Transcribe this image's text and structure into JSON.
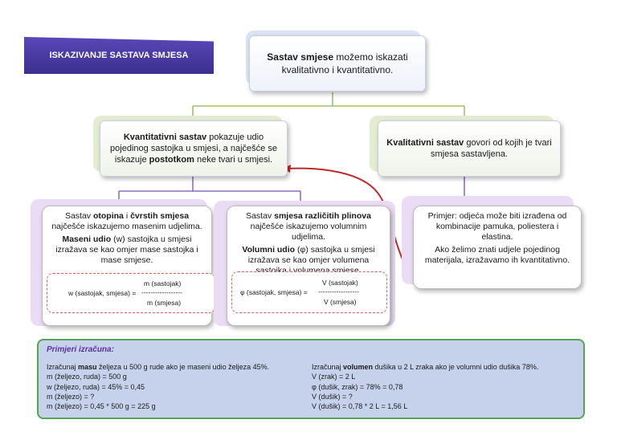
{
  "banner": {
    "title": "ISKAZIVANJE SASTAVA SMJESA"
  },
  "top": {
    "bold": "Sastav smjese",
    "rest": " možemo iskazati",
    "line2": "kvalitativno i kvantitativno."
  },
  "kvant": {
    "bold": "Kvantitativni sastav",
    "rest": " pokazuje udio pojedinog sastojka u smjesi, a najčešće se iskazuje ",
    "bold2": "postotkom",
    "rest2": " neke tvari u smjesi."
  },
  "kval": {
    "bold": "Kvalitativni sastav",
    "rest": " govori od kojih je tvari smjesa sastavljena."
  },
  "card1": {
    "p1_a": "Sastav ",
    "p1_b": "otopina",
    "p1_c": " i ",
    "p1_d": "čvrstih smjesa",
    "p1_e": " najčešće iskazujemo masenim udjelima.",
    "p2_b": "Maseni udio",
    "p2_c": " (w) sastojka u smjesi izražava se kao omjer mase sastojka i mase smjese.",
    "f_lhs": "w (sastojak, smjesa)  =",
    "f_num": "m (sastojak)",
    "f_line": "------------------",
    "f_den": "m (smjesa)"
  },
  "card2": {
    "p1_a": "Sastav ",
    "p1_b": "smjesa različitih plinova",
    "p1_c": " najčešće iskazujemo volumnim udjelima.",
    "p2_b": "Volumni udio",
    "p2_c": " (φ) sastojka u smjesi izražava se kao omjer volumena sastojka i volumena smjese.",
    "f_lhs": "φ  (sastojak, smjesa)  =",
    "f_num": "V (sastojak)",
    "f_line": "------------------",
    "f_den": "V (smjesa)"
  },
  "card3": {
    "p1": "Primjer: odjeća može biti izrađena od kombinacije pamuka, poliestera i elastina.",
    "p2": "Ako želimo znati udjele pojedinog materijala, izražavamo ih kvantitativno."
  },
  "examples": {
    "heading": "Primjeri izračuna:",
    "left": {
      "l1_a": "Izračunaj ",
      "l1_b": "masu",
      "l1_c": " željeza u 500 g rude ako je maseni udio željeza 45%.",
      "l2": "m (željezo, ruda) = 500 g",
      "l3": "w (željezo, ruda) = 45% = 0,45",
      "l4": "m (željezo) = ?",
      "l5": "m (željezo) = 0,45 * 500 g = 225 g"
    },
    "right": {
      "l1_a": "Izračunaj ",
      "l1_b": "volumen",
      "l1_c": " dušika u 2 L zraka ako je volumni udio dušika 78%.",
      "l2": "V (zrak) = 2 L",
      "l3": "φ (dušik, zrak) = 78% = 0,78",
      "l4": "V (dušik) = ?",
      "l5": "V (dušik) = 0,78 * 2 L = 1,56 L"
    }
  },
  "colors": {
    "banner": "#4a3ca8",
    "connector": "#8ab34a",
    "connector2": "#7a4fb5",
    "arrow": "#c0282d",
    "panel": "#c6d2ec",
    "panel_border": "#52a852"
  }
}
